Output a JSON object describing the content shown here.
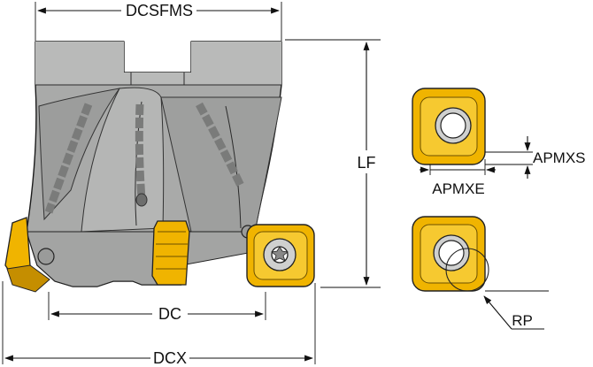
{
  "labels": {
    "dcsfms": "DCSFMS",
    "lf": "LF",
    "dc": "DC",
    "dcx": "DCX",
    "apmxs": "APMXS",
    "apmxe": "APMXE",
    "rp": "RP"
  },
  "colors": {
    "body": "#a9aaa9",
    "body_dark": "#8f908f",
    "body_light": "#c6c7c6",
    "insert_gold": "#f0b400",
    "insert_dark": "#c58e00",
    "coolant": "#7f807f"
  }
}
